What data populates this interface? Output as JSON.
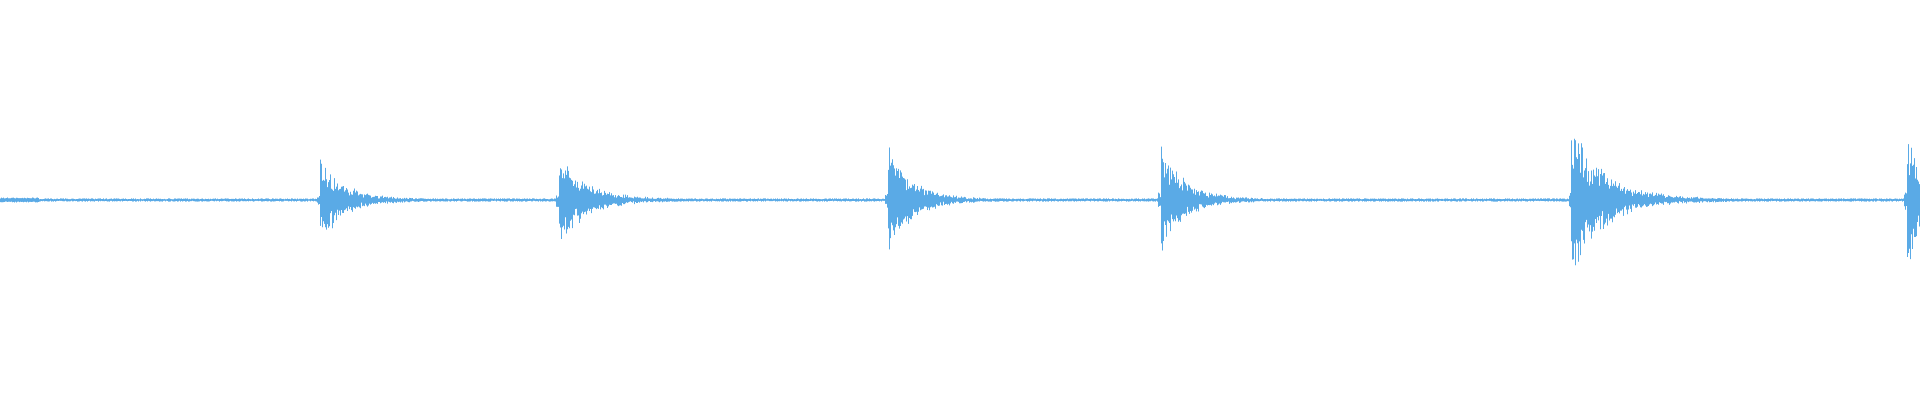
{
  "waveform": {
    "color": "#5aaae6",
    "background": "#ffffff",
    "baseline_amplitude": 0.006,
    "transients": [
      {
        "time": 0.1663,
        "peak_up": 0.2,
        "peak_down": 0.21,
        "decay": 0.06
      },
      {
        "time": 0.2908,
        "peak_up": 0.22,
        "peak_down": 0.23,
        "decay": 0.07
      },
      {
        "time": 0.4621,
        "peak_up": 0.27,
        "peak_down": 0.29,
        "decay": 0.06
      },
      {
        "time": 0.6046,
        "peak_up": 0.26,
        "peak_down": 0.27,
        "decay": 0.06
      },
      {
        "time": 0.8182,
        "peak_up": 0.36,
        "peak_down": 0.37,
        "decay": 0.09
      },
      {
        "time": 0.9931,
        "peak_up": 0.32,
        "peak_down": 0.33,
        "decay": 0.05
      }
    ]
  }
}
